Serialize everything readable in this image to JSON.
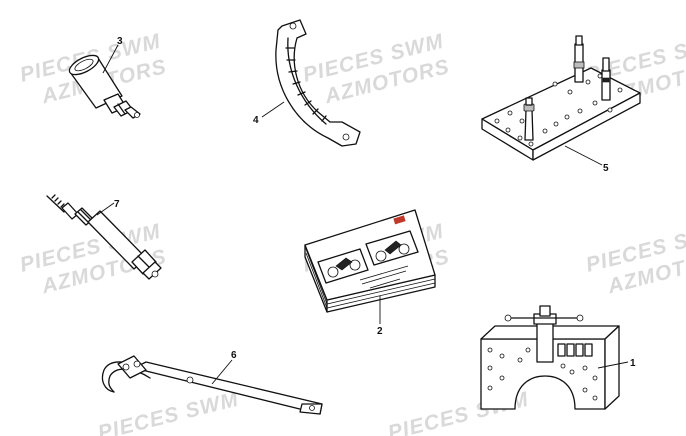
{
  "watermark": {
    "line1": "PIECES SWM",
    "line2": "AZMOTORS",
    "color": "#d9d9d9"
  },
  "parts": [
    {
      "id": "tool-3",
      "number": "3",
      "icon": "cylindrical-puller-icon"
    },
    {
      "id": "tool-4",
      "number": "4",
      "icon": "curved-holding-tool-icon"
    },
    {
      "id": "tool-5",
      "number": "5",
      "icon": "support-plate-with-pins-icon"
    },
    {
      "id": "tool-7",
      "number": "7",
      "icon": "threaded-rod-tool-icon"
    },
    {
      "id": "tool-2",
      "number": "2",
      "icon": "owner-manual-book-icon"
    },
    {
      "id": "tool-6",
      "number": "6",
      "icon": "pin-spanner-wrench-icon"
    },
    {
      "id": "tool-1",
      "number": "1",
      "icon": "press-plate-icon"
    }
  ],
  "colors": {
    "line": "#111111",
    "background": "#ffffff",
    "book_accent": "#c0392b"
  }
}
